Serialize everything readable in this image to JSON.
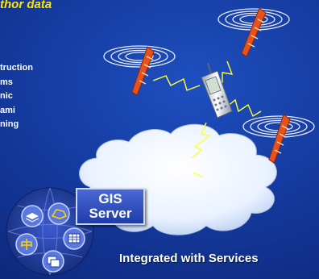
{
  "header": {
    "title": "thor data"
  },
  "bullets": [
    "truction",
    "ms",
    "nic",
    "ami",
    "ning"
  ],
  "server_box": {
    "line1": "GIS",
    "line2": "Server"
  },
  "footer": {
    "caption": "Integrated with Services"
  },
  "colors": {
    "background": "#143a9e",
    "title": "#ffe600",
    "antenna": "#e8501c",
    "link": "#ffff33",
    "cloud": "#eef4ff"
  },
  "icons": [
    "antenna-icon",
    "cell-phone-icon",
    "signal-rings-icon",
    "map-layers-icon",
    "network-icon",
    "grid-icon",
    "hierarchy-icon",
    "window-icon"
  ]
}
